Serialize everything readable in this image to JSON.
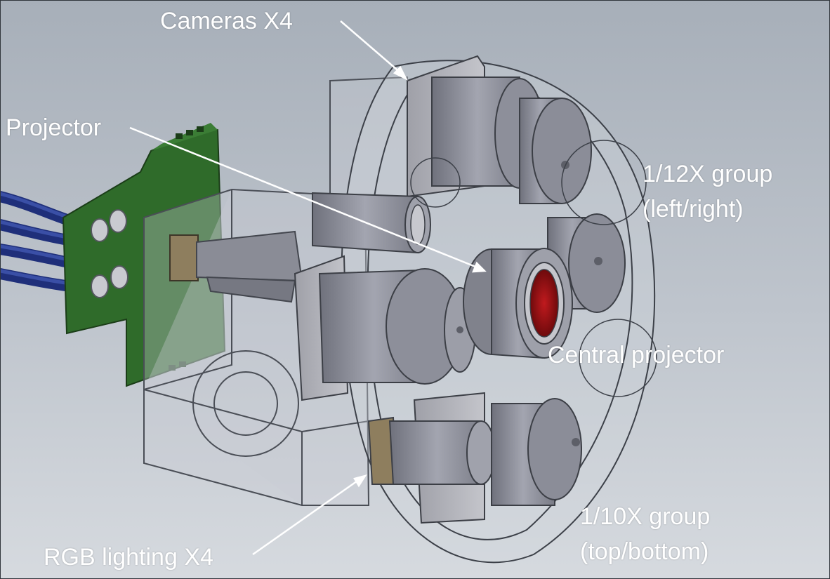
{
  "labels": {
    "cameras": "Cameras X4",
    "projector": "Projector",
    "group_12x_line1": "1/12X group",
    "group_12x_line2": "(left/right)",
    "central_projector": "Central projector",
    "group_10x_line1": "1/10X group",
    "group_10x_line2": "(top/bottom)",
    "rgb_lighting": "RGB lighting X4"
  },
  "colors": {
    "background_top": "#a7afb9",
    "background_bottom": "#d6dadf",
    "label_text": "#ffffff",
    "pcb": "#2f6b2a",
    "cable": "#1f2f7a",
    "lens_body": "#8d8f9a",
    "projector_core": "#8b0f12"
  }
}
